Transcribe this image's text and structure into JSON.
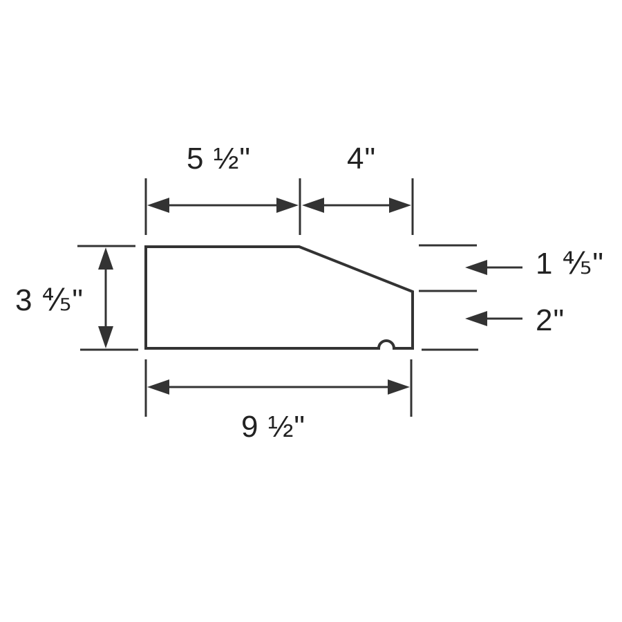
{
  "dimensions": {
    "top_left_width": "5 ½\"",
    "top_right_width": "4\"",
    "overall_height": "3 ⅘\"",
    "upper_right_height": "1 ⅘\"",
    "lower_right_height": "2\"",
    "overall_width": "9 ½\""
  },
  "colors": {
    "line": "#333333",
    "text": "#222222",
    "background": "#ffffff"
  }
}
